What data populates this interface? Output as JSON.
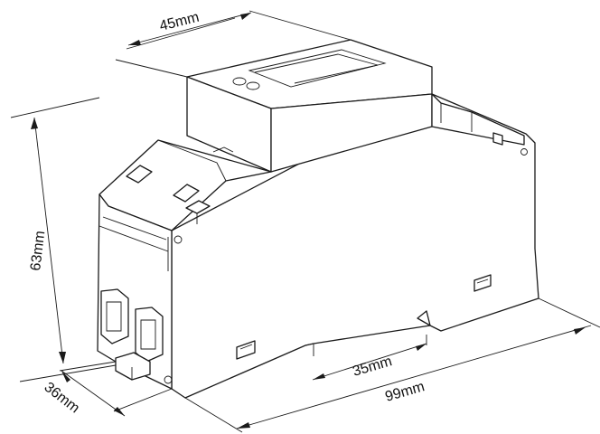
{
  "dimensions": {
    "width_top": "45mm",
    "height_left": "63mm",
    "depth_front": "36mm",
    "rail_span": "35mm",
    "length_total": "99mm"
  }
}
